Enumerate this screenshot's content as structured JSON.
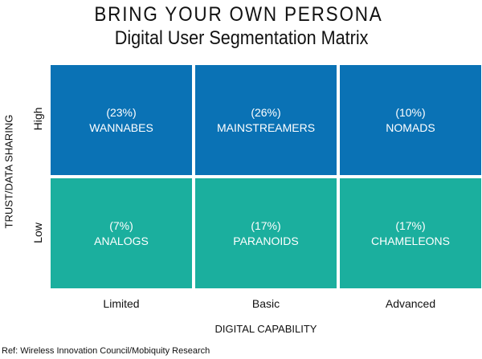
{
  "title": "BRING YOUR OWN PERSONA",
  "subtitle": "Digital User Segmentation Matrix",
  "y_axis": {
    "label": "TRUST/DATA SHARING",
    "ticks": [
      "High",
      "Low"
    ]
  },
  "x_axis": {
    "label": "DIGITAL CAPABILITY",
    "ticks": [
      "Limited",
      "Basic",
      "Advanced"
    ]
  },
  "colors": {
    "high": "#0a72b5",
    "low": "#1baf9e"
  },
  "cells": [
    {
      "pct": "(23%)",
      "name": "WANNABES"
    },
    {
      "pct": "(26%)",
      "name": "MAINSTREAMERS"
    },
    {
      "pct": "(10%)",
      "name": "NOMADS"
    },
    {
      "pct": "(7%)",
      "name": "ANALOGS"
    },
    {
      "pct": "(17%)",
      "name": "PARANOIDS"
    },
    {
      "pct": "(17%)",
      "name": "CHAMELEONS"
    }
  ],
  "reference": "Ref: Wireless Innovation Council/Mobiquity Research"
}
